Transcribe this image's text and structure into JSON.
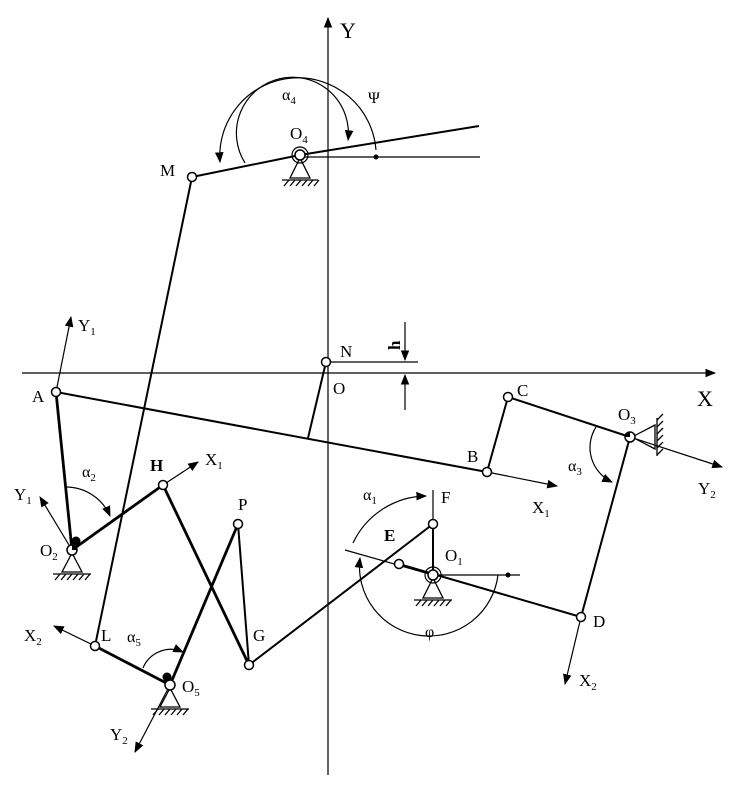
{
  "axes": {
    "x_label": "X",
    "y_label": "Y"
  },
  "points": {
    "A": "A",
    "B": "B",
    "C": "C",
    "D": "D",
    "E": "E",
    "F": "F",
    "G": "G",
    "H": "H",
    "L": "L",
    "M": "M",
    "N": "N",
    "O": "O",
    "P": "P",
    "O1": {
      "base": "O",
      "sub": "1"
    },
    "O2": {
      "base": "O",
      "sub": "2"
    },
    "O3": {
      "base": "O",
      "sub": "3"
    },
    "O4": {
      "base": "O",
      "sub": "4"
    },
    "O5": {
      "base": "O",
      "sub": "5"
    }
  },
  "local_axes": {
    "Y1_top": {
      "base": "Y",
      "sub": "1"
    },
    "Y1_left": {
      "base": "Y",
      "sub": "1"
    },
    "X1_H": {
      "base": "X",
      "sub": "1"
    },
    "X1_B": {
      "base": "X",
      "sub": "1"
    },
    "X2_left": {
      "base": "X",
      "sub": "2"
    },
    "Y2_bottom": {
      "base": "Y",
      "sub": "2"
    },
    "Y2_right": {
      "base": "Y",
      "sub": "2"
    },
    "X2_D": {
      "base": "X",
      "sub": "2"
    }
  },
  "angles": {
    "alpha1": {
      "base": "α",
      "sub": "1"
    },
    "alpha2": {
      "base": "α",
      "sub": "2"
    },
    "alpha3": {
      "base": "α",
      "sub": "3"
    },
    "alpha4": {
      "base": "α",
      "sub": "4"
    },
    "alpha5": {
      "base": "α",
      "sub": "5"
    },
    "phi": "φ",
    "psi": "Ψ"
  },
  "dimension": {
    "h": "h"
  }
}
